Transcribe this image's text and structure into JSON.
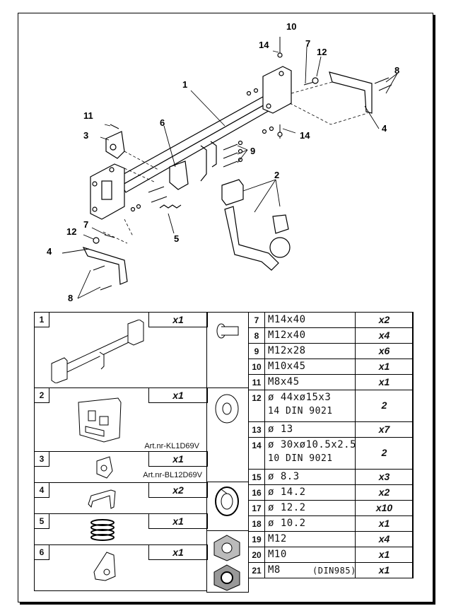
{
  "callouts": [
    "1",
    "2",
    "3",
    "4",
    "4",
    "5",
    "6",
    "7",
    "7",
    "8",
    "8",
    "9",
    "10",
    "11",
    "12",
    "12",
    "14",
    "14"
  ],
  "parts_left": [
    {
      "num": "1",
      "qty": "x1",
      "art": ""
    },
    {
      "num": "2",
      "qty": "x1",
      "art": "Art.nr-KL1D69V"
    },
    {
      "num": "3",
      "qty": "x1",
      "art": "Art.nr-BL12D69V"
    },
    {
      "num": "4",
      "qty": "x2",
      "art": ""
    },
    {
      "num": "5",
      "qty": "x1",
      "art": ""
    },
    {
      "num": "6",
      "qty": "x1",
      "art": ""
    }
  ],
  "parts_right": [
    {
      "num": "7",
      "desc": "M14x40",
      "desc2": "",
      "qty": "x2"
    },
    {
      "num": "8",
      "desc": "M12x40",
      "desc2": "",
      "qty": "x4"
    },
    {
      "num": "9",
      "desc": "M12x28",
      "desc2": "",
      "qty": "x6"
    },
    {
      "num": "10",
      "desc": "M10x45",
      "desc2": "",
      "qty": "x1"
    },
    {
      "num": "11",
      "desc": "M8x45",
      "desc2": "",
      "qty": "x1"
    },
    {
      "num": "12",
      "desc": "ø 44xø15x3",
      "desc2": "14     DIN  9021",
      "qty": "2"
    },
    {
      "num": "13",
      "desc": "ø 13",
      "desc2": "",
      "qty": "x7"
    },
    {
      "num": "14",
      "desc": "ø 30xø10.5x2.5",
      "desc2": "10     DIN  9021",
      "qty": "2"
    },
    {
      "num": "15",
      "desc": "ø 8.3",
      "desc2": "",
      "qty": "x3"
    },
    {
      "num": "16",
      "desc": "ø 14.2",
      "desc2": "",
      "qty": "x2"
    },
    {
      "num": "17",
      "desc": "ø 12.2",
      "desc2": "",
      "qty": "x10"
    },
    {
      "num": "18",
      "desc": "ø 10.2",
      "desc2": "",
      "qty": "x1"
    },
    {
      "num": "19",
      "desc": "M12",
      "desc2": "",
      "qty": "x4"
    },
    {
      "num": "20",
      "desc": "M10",
      "desc2": "",
      "qty": "x1"
    },
    {
      "num": "21",
      "desc": "M8",
      "desc2": "(DIN985)",
      "qty": "x1"
    }
  ]
}
